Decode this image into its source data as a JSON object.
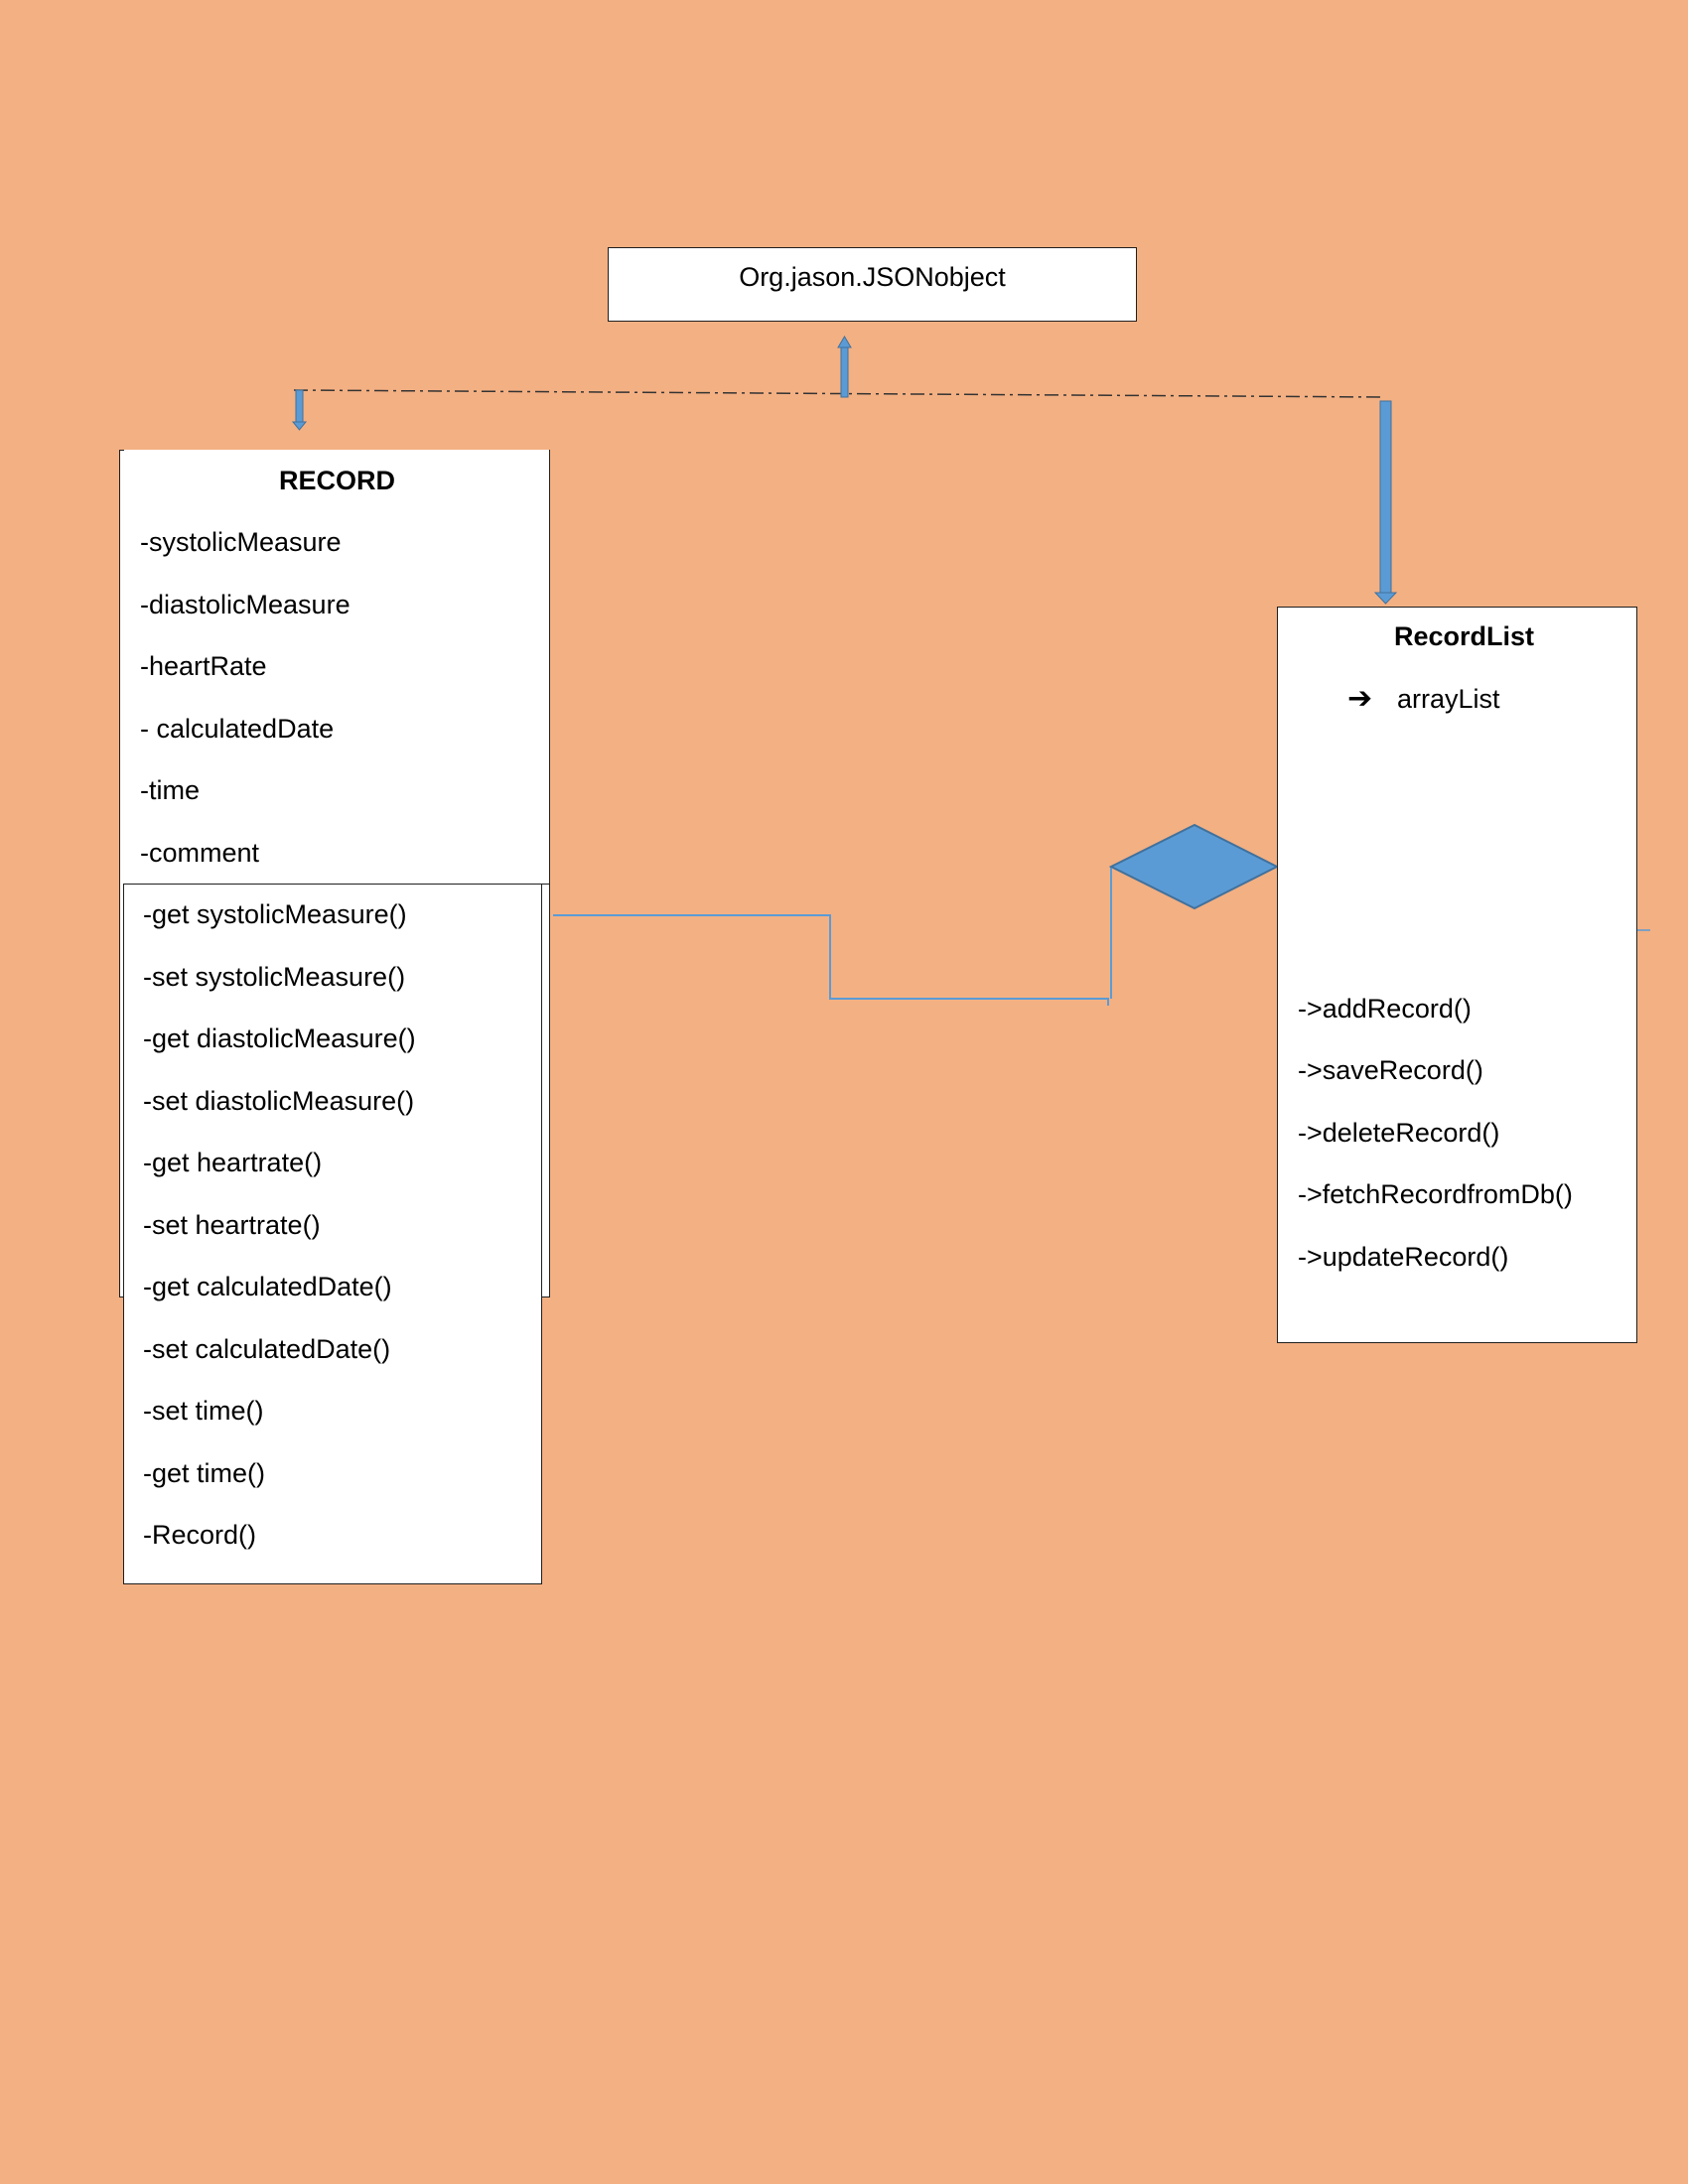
{
  "json_object": {
    "title": "Org.jason.JSONobject"
  },
  "record": {
    "title": "RECORD",
    "attributes": [
      "-systolicMeasure",
      "-diastolicMeasure",
      "-heartRate",
      "- calculatedDate",
      "-time",
      "-comment"
    ],
    "methods": [
      "-get systolicMeasure()",
      "-set systolicMeasure()",
      "-get diastolicMeasure()",
      "-set diastolicMeasure()",
      "-get heartrate()",
      "-set heartrate()",
      "-get calculatedDate()",
      "-set calculatedDate()",
      "-set time()",
      "-get time()",
      "-Record()"
    ]
  },
  "record_list": {
    "title": "RecordList",
    "attribute_icon": "right-arrow-icon",
    "attribute": "arrayList",
    "methods": [
      "->addRecord()",
      "->saveRecord()",
      "->deleteRecord()",
      "->fetchRecordfromDb()",
      "->updateRecord()"
    ]
  },
  "colors": {
    "background": "#f3b083",
    "connector": "#5b9bd5",
    "connector_stroke": "#41719c"
  }
}
